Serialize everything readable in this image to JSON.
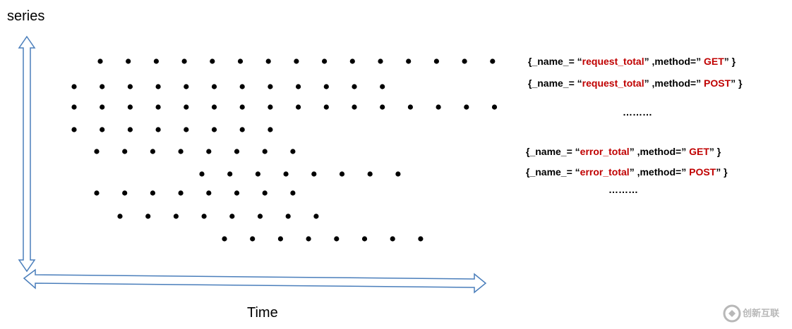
{
  "axes": {
    "y_label": "series",
    "x_label": "Time"
  },
  "series_labels": [
    {
      "open": "{_name_= “",
      "metric": "request_total",
      "mid": "” ,method=” ",
      "method": "GET",
      "close": "” }"
    },
    {
      "open": "{_name_= “",
      "metric": "request_total",
      "mid": "” ,method=” ",
      "method": "POST",
      "close": "” }"
    },
    {
      "open": "{_name_= “",
      "metric": "error_total",
      "mid": "” ,method=” ",
      "method": "GET",
      "close": "” }"
    },
    {
      "open": "{_name_= “",
      "metric": "error_total",
      "mid": "” ,method=” ",
      "method": "POST",
      "close": "” }"
    }
  ],
  "ellipsis": [
    "………",
    "………"
  ],
  "rows": [
    {
      "samples": 15
    },
    {
      "samples": 12
    },
    {
      "samples": 16
    },
    {
      "samples": 8
    },
    {
      "samples": 8
    },
    {
      "samples": 8
    },
    {
      "samples": 8
    },
    {
      "samples": 8
    },
    {
      "samples": 8
    }
  ],
  "colors": {
    "accent": "#c00000",
    "arrow_stroke": "#4a7ebb",
    "dot": "#000000",
    "watermark": "#b8b8b8"
  },
  "watermark": {
    "text": "创新互联"
  }
}
